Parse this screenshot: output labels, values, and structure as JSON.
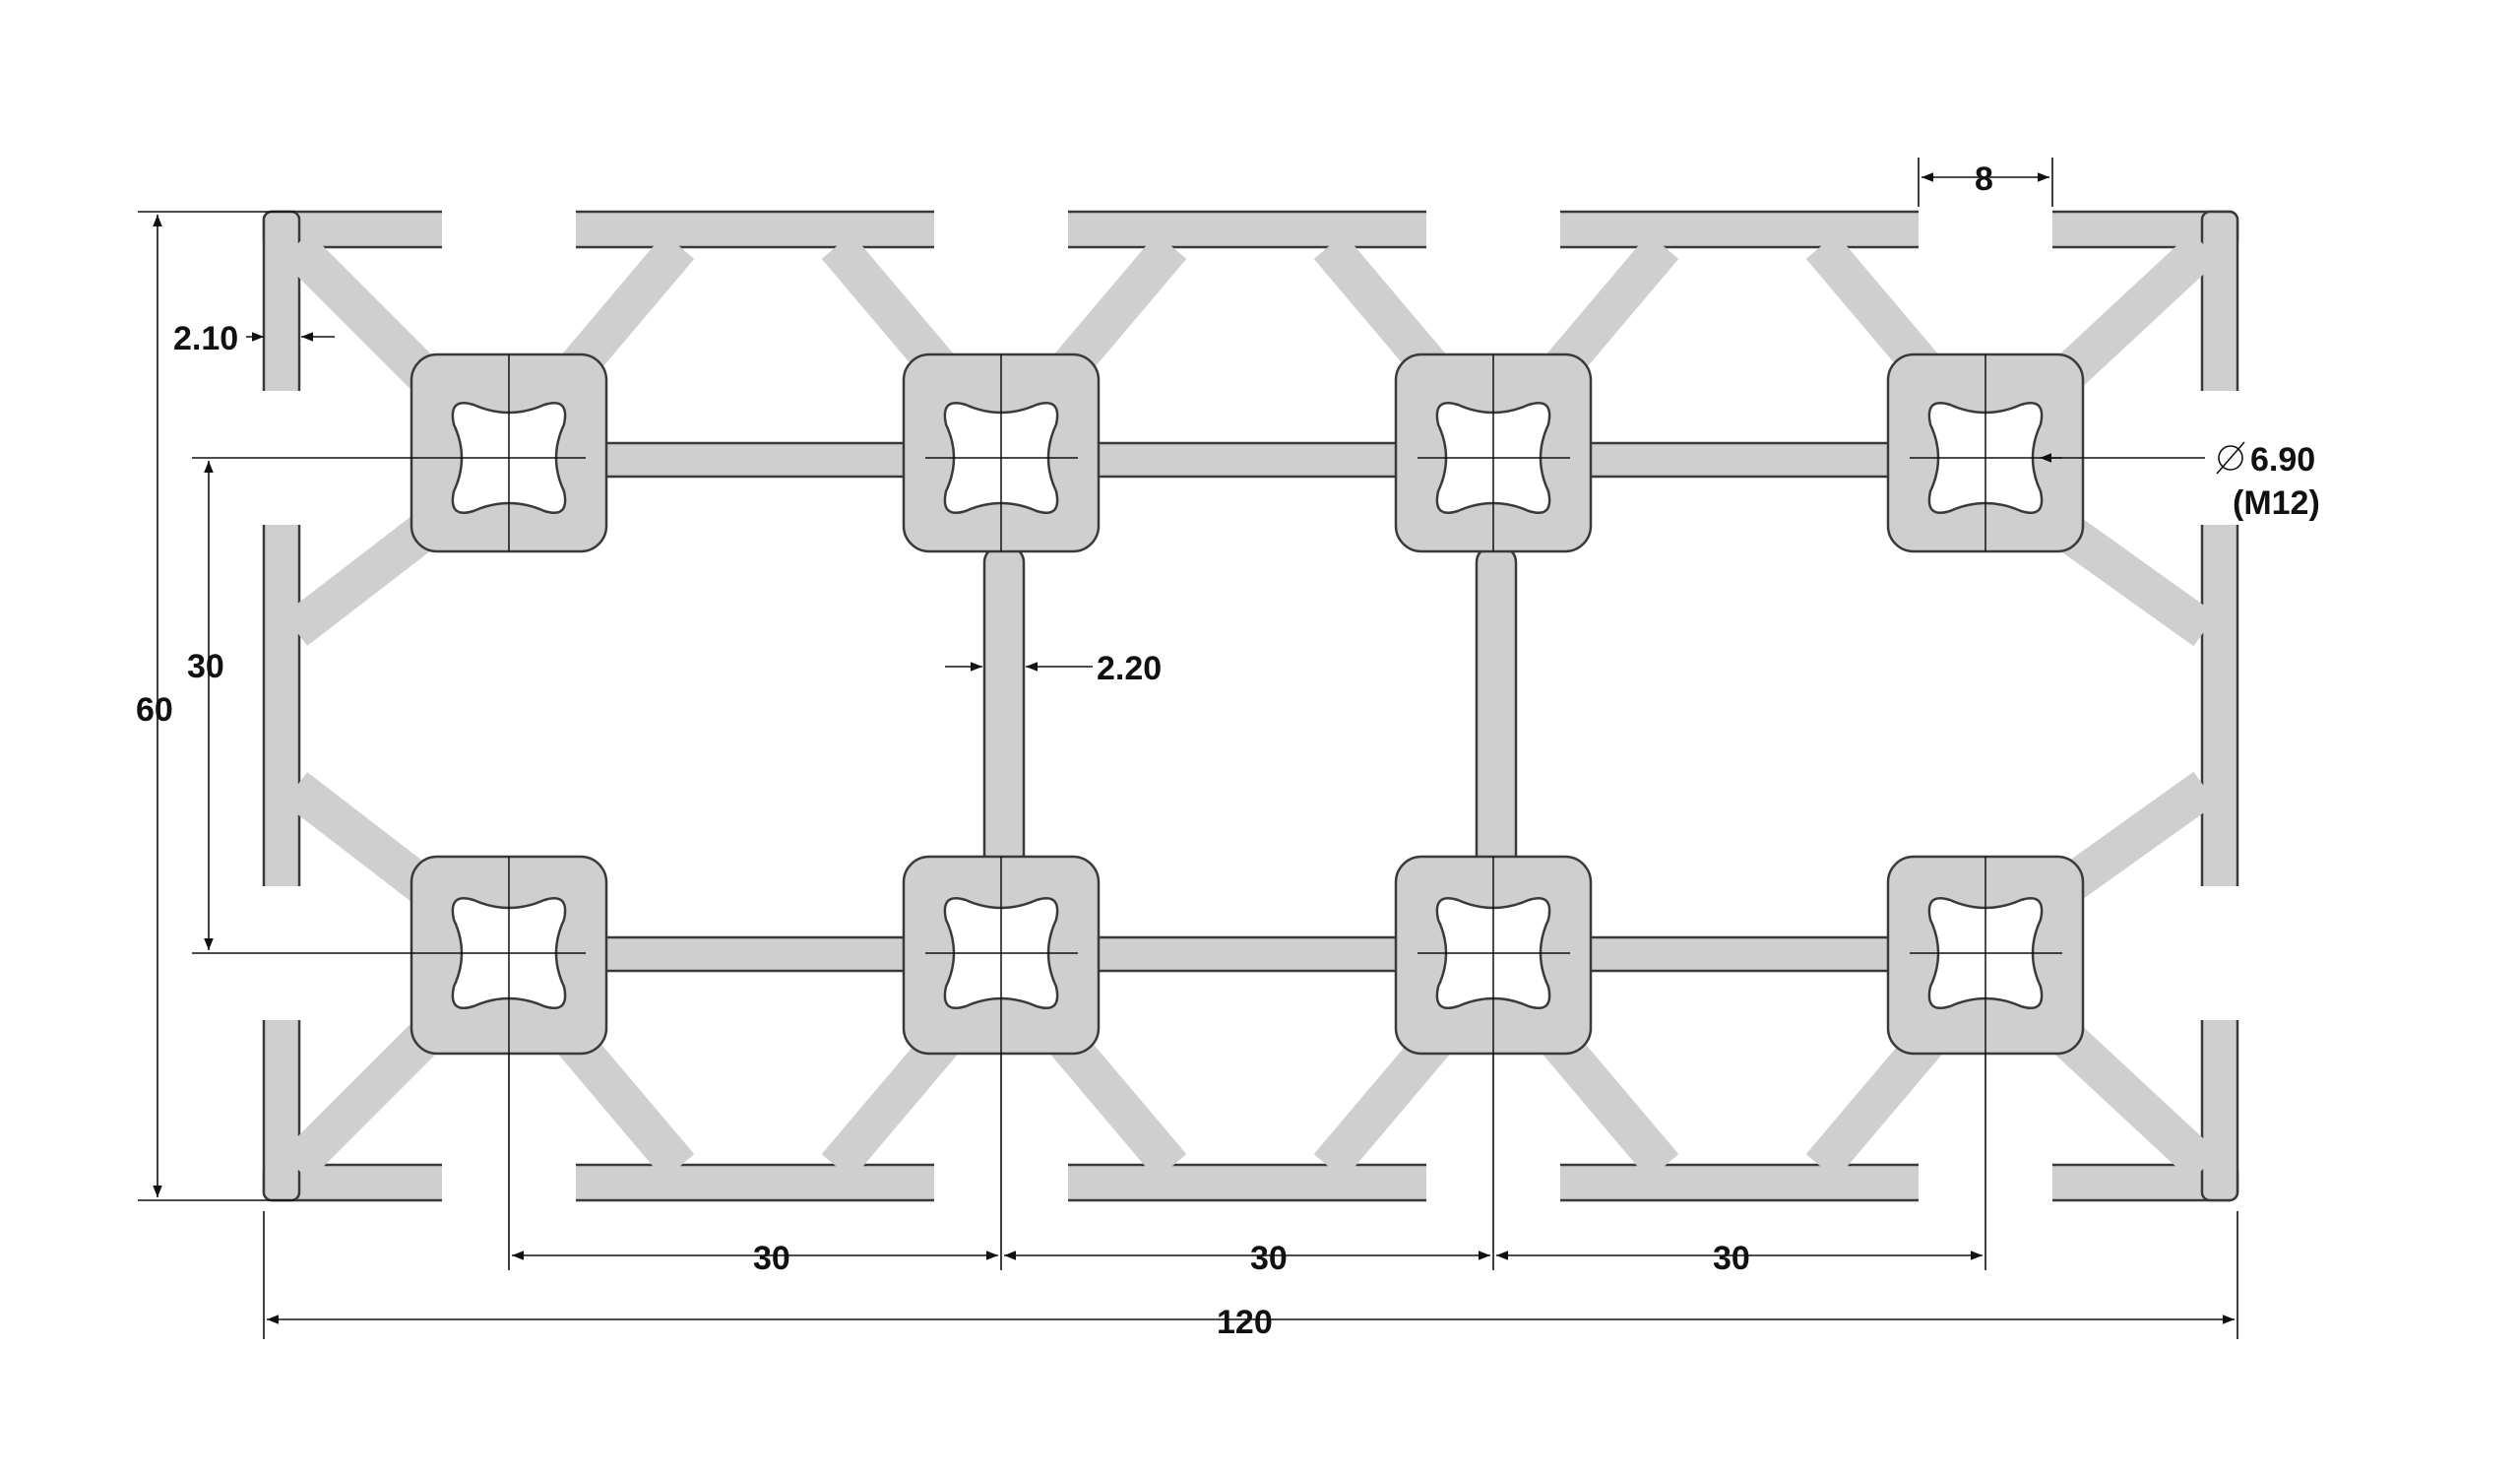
{
  "drawing": {
    "colors": {
      "profile_fill": "#cfcfcf",
      "profile_stroke": "#3a3a3a",
      "dimension_line": "#111111",
      "background": "#ffffff"
    },
    "dimensions": {
      "overall_width": "120",
      "overall_height": "60",
      "pitch_vertical": "30",
      "pitch_1": "30",
      "pitch_2": "30",
      "pitch_3": "30",
      "slot_opening": "8",
      "wall_thickness": "2.10",
      "web_thickness": "2.20",
      "core_hole_diameter": "6.90",
      "core_hole_thread": "(M12)"
    }
  }
}
